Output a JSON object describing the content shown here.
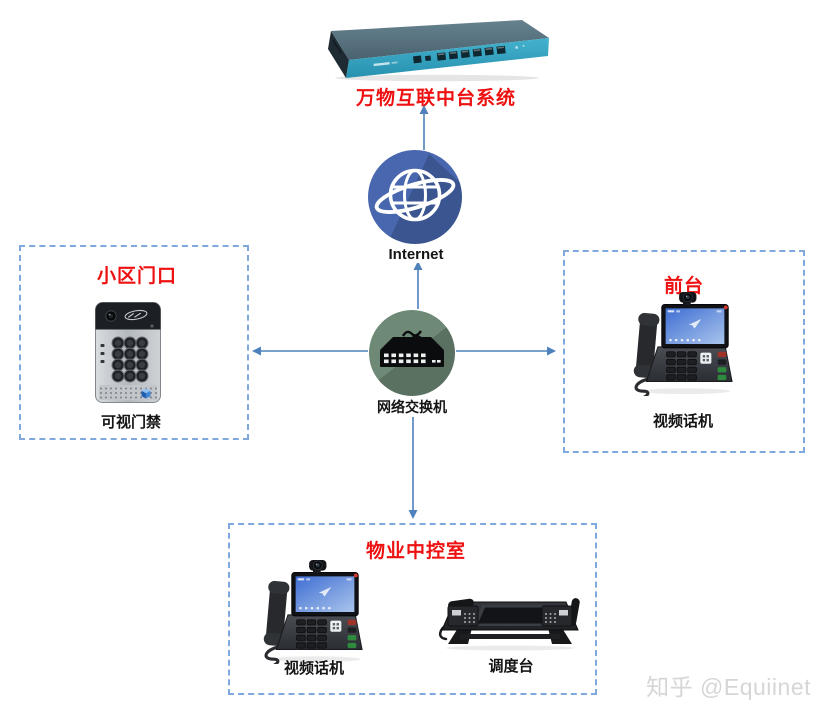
{
  "colors": {
    "title_red": "#ee1111",
    "connector_blue": "#4f81bd",
    "zone_border_blue": "#7fa8dc",
    "internet_circle_blue": "#4867ae",
    "switch_circle_green": "#6e8a77",
    "appliance_teal": "#39a9c7",
    "watermark_gray": "#d6d6d6"
  },
  "header": {
    "system_title": "万物互联中台系统"
  },
  "network": {
    "internet_label": "Internet",
    "switch_label": "网络交换机"
  },
  "zones": {
    "gate": {
      "title": "小区门口",
      "device_label": "可视门禁"
    },
    "front_desk": {
      "title": "前台",
      "device_label": "视频话机"
    },
    "control_room": {
      "title": "物业中控室",
      "video_phone_label": "视频话机",
      "dispatch_console_label": "调度台"
    }
  },
  "watermark": {
    "text": "知乎 @Equiinet"
  }
}
